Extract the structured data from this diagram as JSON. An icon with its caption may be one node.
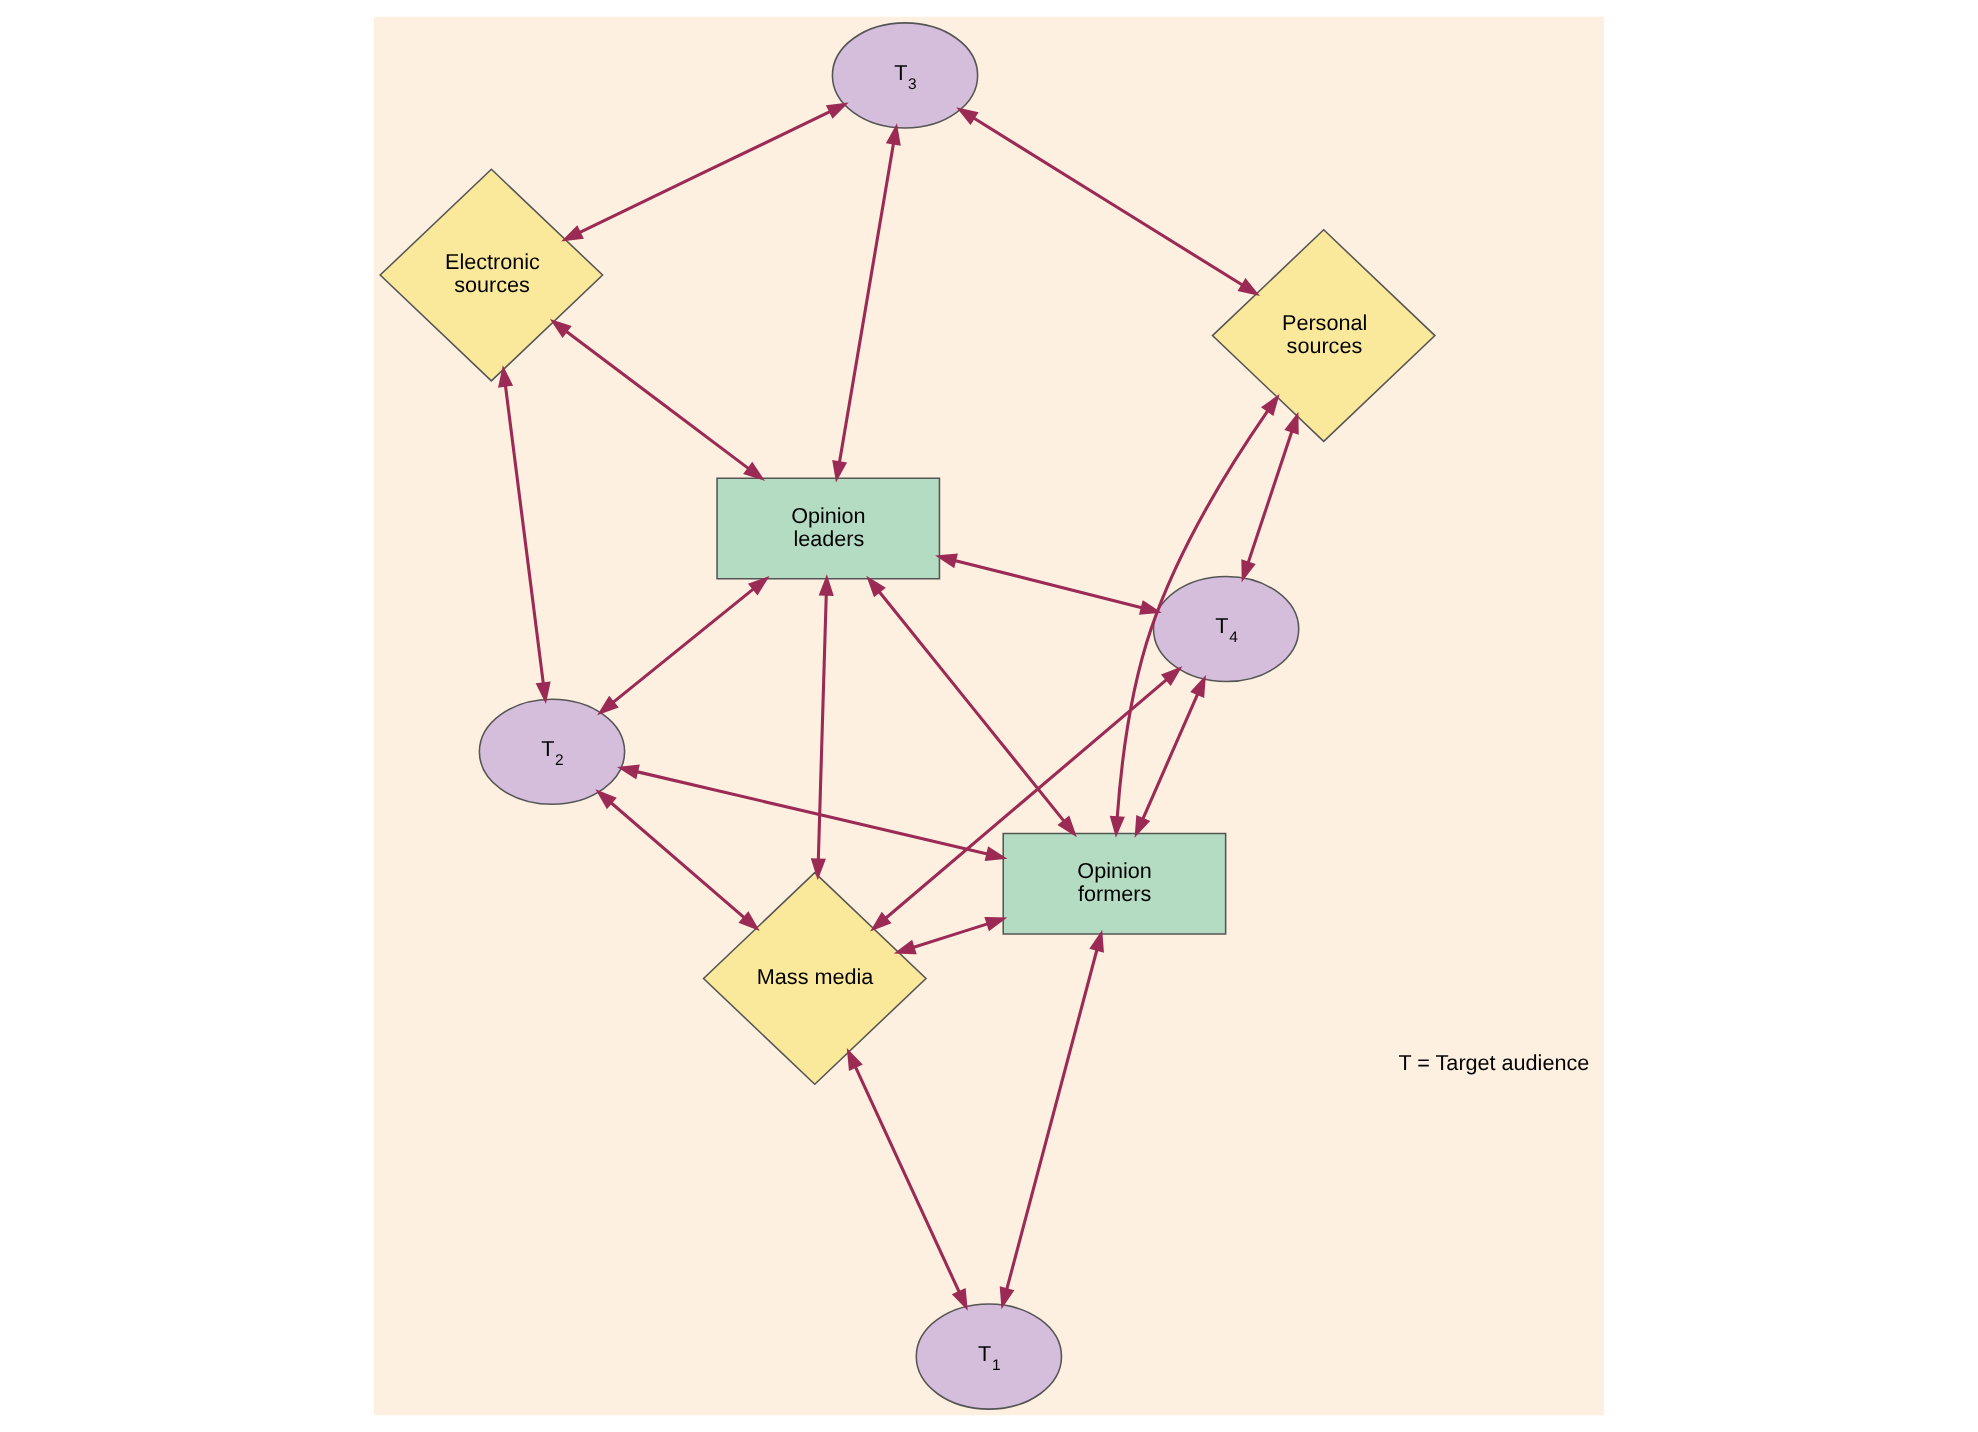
{
  "diagram": {
    "nodes": [
      {
        "text": [
          "Electronic sources"
        ]
      },
      {
        "text": [
          "T$_{3}$"
        ]
      },
      {
        "text": [
          "T$_{2}$"
        ]
      },
      {
        "text": [
          "Opinion leaders"
        ]
      },
      {
        "text": [
          "Personal sources"
        ]
      },
      {
        "text": [
          "T$_{4}$"
        ]
      },
      {
        "text": [
          "Mass media"
        ]
      },
      {
        "text": [
          "Opinion formers"
        ]
      },
      {
        "text": [
          "T$_{1}$"
        ]
      }
    ],
    "edges": [
      {
        "from": 0,
        "to": 2,
        "arrow": "both"
      },
      {
        "from": 0,
        "to": 1,
        "arrow": "both"
      },
      {
        "from": 0,
        "to": 3,
        "arrow": "both"
      },
      {
        "from": 1,
        "to": 3,
        "arrow": "both"
      },
      {
        "from": 1,
        "to": 4,
        "arrow": "both"
      },
      {
        "from": 2,
        "to": 3,
        "arrow": "both"
      },
      {
        "from": 2,
        "to": 6,
        "arrow": "both"
      },
      {
        "from": 2,
        "to": 7,
        "arrow": "both"
      },
      {
        "from": 3,
        "to": 6,
        "arrow": "both"
      },
      {
        "from": 3,
        "to": 7,
        "arrow": "both"
      },
      {
        "from": 3,
        "to": 5,
        "arrow": "both"
      },
      {
        "from": 4,
        "to": 5,
        "arrow": "both"
      },
      {
        "from": 4,
        "to": 7,
        "arrow": "both"
      },
      {
        "from": 6,
        "to": 5,
        "arrow": "both"
      },
      {
        "from": 6,
        "to": 7,
        "arrow": "both"
      },
      {
        "from": 6,
        "to": 8,
        "arrow": "both"
      },
      {
        "from": 5,
        "to": 7,
        "arrow": "both"
      },
      {
        "from": 8,
        "to": 7,
        "arrow": "both"
      }
    ],
    "labels": [
      "T = Target audience"
    ]
  }
}
